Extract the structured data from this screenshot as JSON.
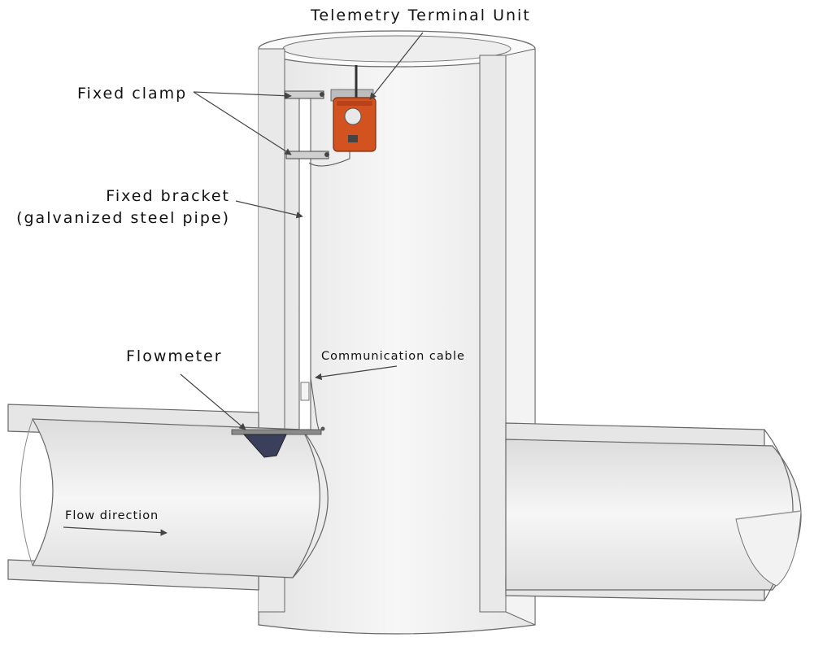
{
  "labels": {
    "telemetry_terminal_unit": "Telemetry Terminal Unit",
    "fixed_clamp": "Fixed clamp",
    "fixed_bracket_line1": "Fixed bracket",
    "fixed_bracket_line2": "(galvanized steel pipe)",
    "flowmeter": "Flowmeter",
    "communication_cable": "Communication cable",
    "flow_direction": "Flow direction"
  },
  "colors": {
    "pipe_fill": "#f2f2f2",
    "pipe_stroke": "#555555",
    "terminal_unit": "#d2531f",
    "bracket": "#ffffff",
    "flowmeter_body": "#3a3f5c"
  }
}
